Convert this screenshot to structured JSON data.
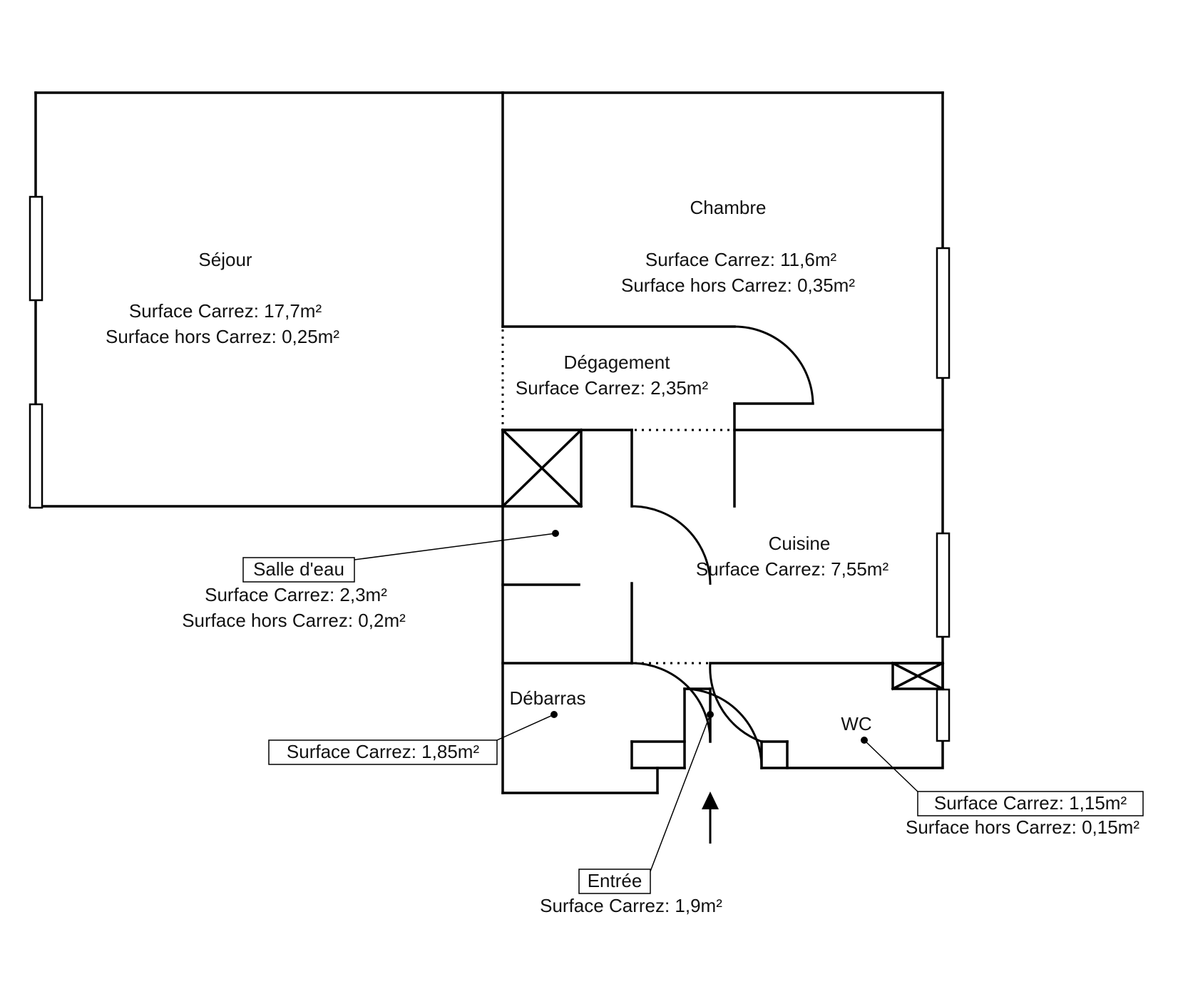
{
  "rooms": {
    "sejour": {
      "name": "Séjour",
      "line1": "Surface Carrez: 17,7m²",
      "line2": "Surface hors Carrez: 0,25m²"
    },
    "chambre": {
      "name": "Chambre",
      "line1": "Surface Carrez: 11,6m²",
      "line2": "Surface hors Carrez: 0,35m²"
    },
    "degagement": {
      "name": "Dégagement",
      "line1": "Surface Carrez: 2,35m²"
    },
    "cuisine": {
      "name": "Cuisine",
      "line1": "Surface Carrez: 7,55m²"
    },
    "salle_eau": {
      "name": "Salle d'eau",
      "line1": "Surface Carrez: 2,3m²",
      "line2": "Surface hors Carrez: 0,2m²"
    },
    "debarras": {
      "name": "Débarras",
      "line1": "Surface Carrez: 1,85m²"
    },
    "wc": {
      "name": "WC",
      "line1": "Surface Carrez: 1,15m²",
      "line2": "Surface hors Carrez: 0,15m²"
    },
    "entree": {
      "name": "Entrée",
      "line1": "Surface Carrez: 1,9m²"
    }
  }
}
